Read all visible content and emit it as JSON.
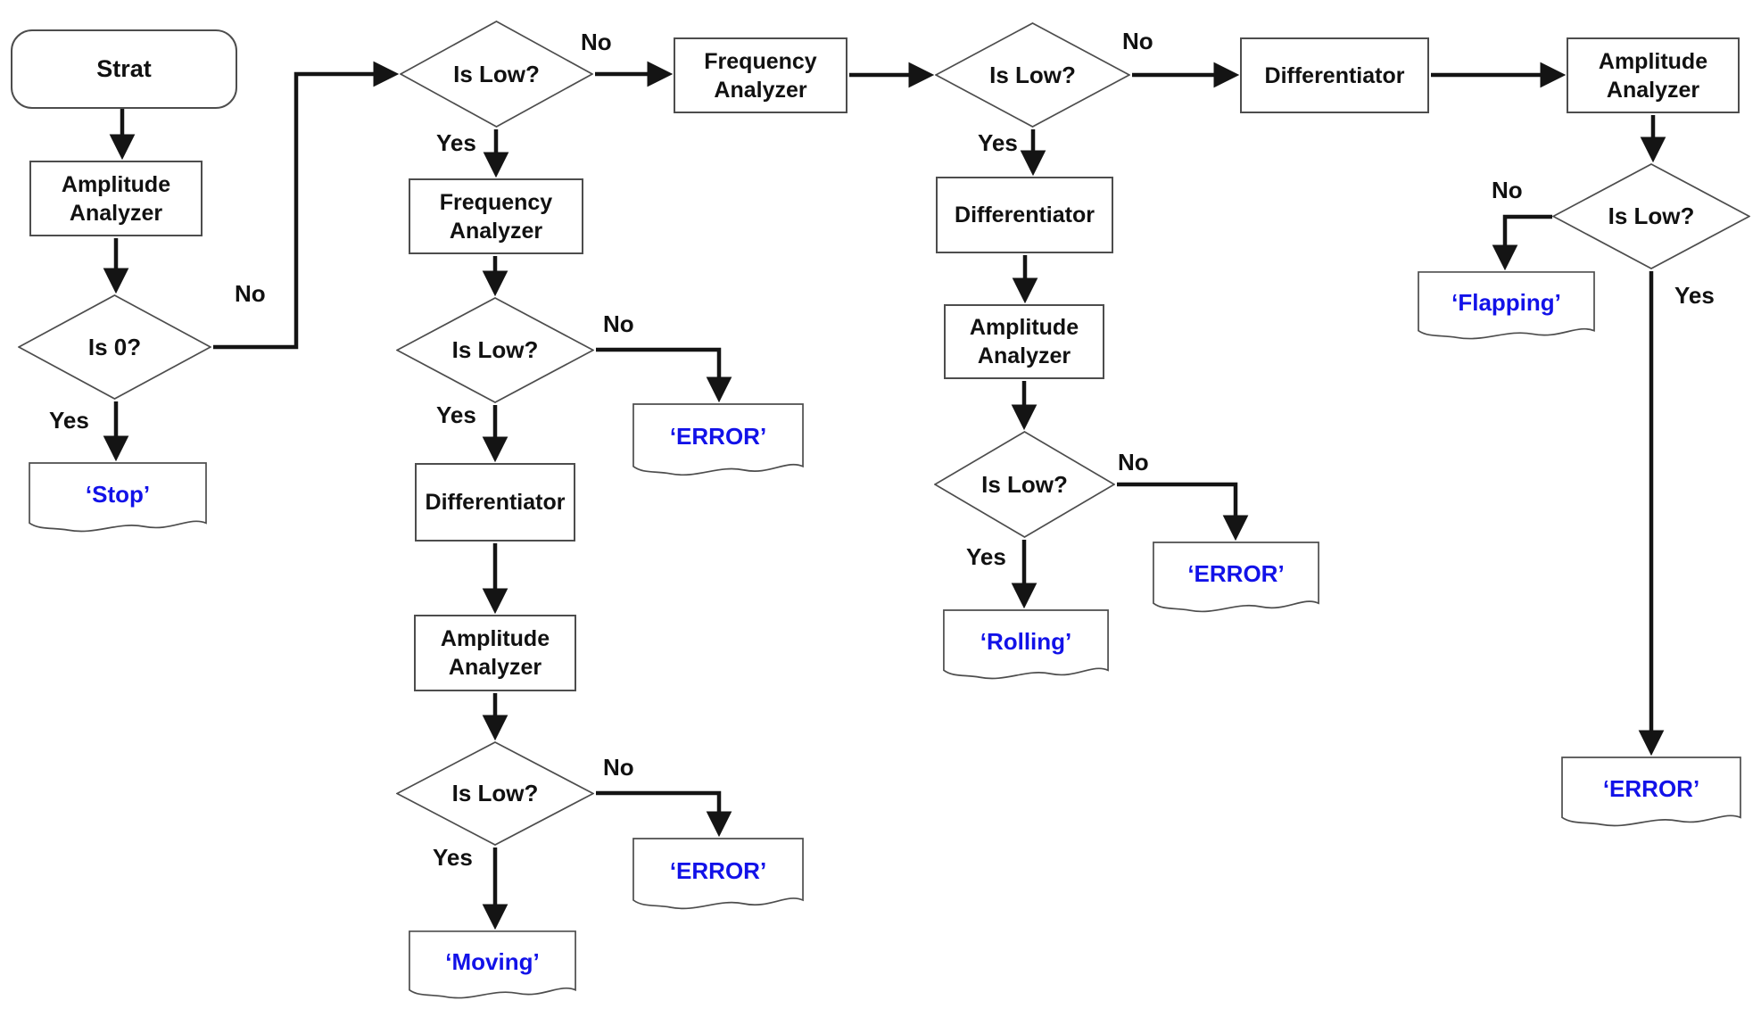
{
  "diagram": {
    "labels": {
      "yes": "Yes",
      "no": "No"
    },
    "colors": {
      "output_text": "#1212e8",
      "connector": "#141414",
      "shape_border": "#4d4d4d"
    },
    "nodes": {
      "start": {
        "label": "Strat",
        "type": "terminator"
      },
      "amplitude_analyzer_1": {
        "label": "Amplitude Analyzer",
        "type": "process"
      },
      "is_zero": {
        "label": "Is 0?",
        "type": "decision"
      },
      "stop": {
        "label": "‘Stop’",
        "type": "output-document"
      },
      "is_low_1": {
        "label": "Is Low?",
        "type": "decision"
      },
      "frequency_analyzer_yes": {
        "label": "Frequency Analyzer",
        "type": "process"
      },
      "is_low_2": {
        "label": "Is Low?",
        "type": "decision"
      },
      "error_1": {
        "label": "‘ERROR’",
        "type": "output-document"
      },
      "differentiator_yes": {
        "label": "Differentiator",
        "type": "process"
      },
      "amplitude_analyzer_2": {
        "label": "Amplitude Analyzer",
        "type": "process"
      },
      "is_low_3": {
        "label": "Is Low?",
        "type": "decision"
      },
      "error_2": {
        "label": "‘ERROR’",
        "type": "output-document"
      },
      "moving": {
        "label": "‘Moving’",
        "type": "output-document"
      },
      "frequency_analyzer_no": {
        "label": "Frequency Analyzer",
        "type": "process"
      },
      "is_low_4": {
        "label": "Is Low?",
        "type": "decision"
      },
      "differentiator_mid": {
        "label": "Differentiator",
        "type": "process"
      },
      "amplitude_analyzer_3": {
        "label": "Amplitude Analyzer",
        "type": "process"
      },
      "is_low_5": {
        "label": "Is Low?",
        "type": "decision"
      },
      "error_3": {
        "label": "‘ERROR’",
        "type": "output-document"
      },
      "rolling": {
        "label": "‘Rolling’",
        "type": "output-document"
      },
      "differentiator_top": {
        "label": "Differentiator",
        "type": "process"
      },
      "amplitude_analyzer_4": {
        "label": "Amplitude Analyzer",
        "type": "process"
      },
      "is_low_6": {
        "label": "Is Low?",
        "type": "decision"
      },
      "flapping": {
        "label": "‘Flapping’",
        "type": "output-document"
      },
      "error_4": {
        "label": "‘ERROR’",
        "type": "output-document"
      }
    }
  }
}
